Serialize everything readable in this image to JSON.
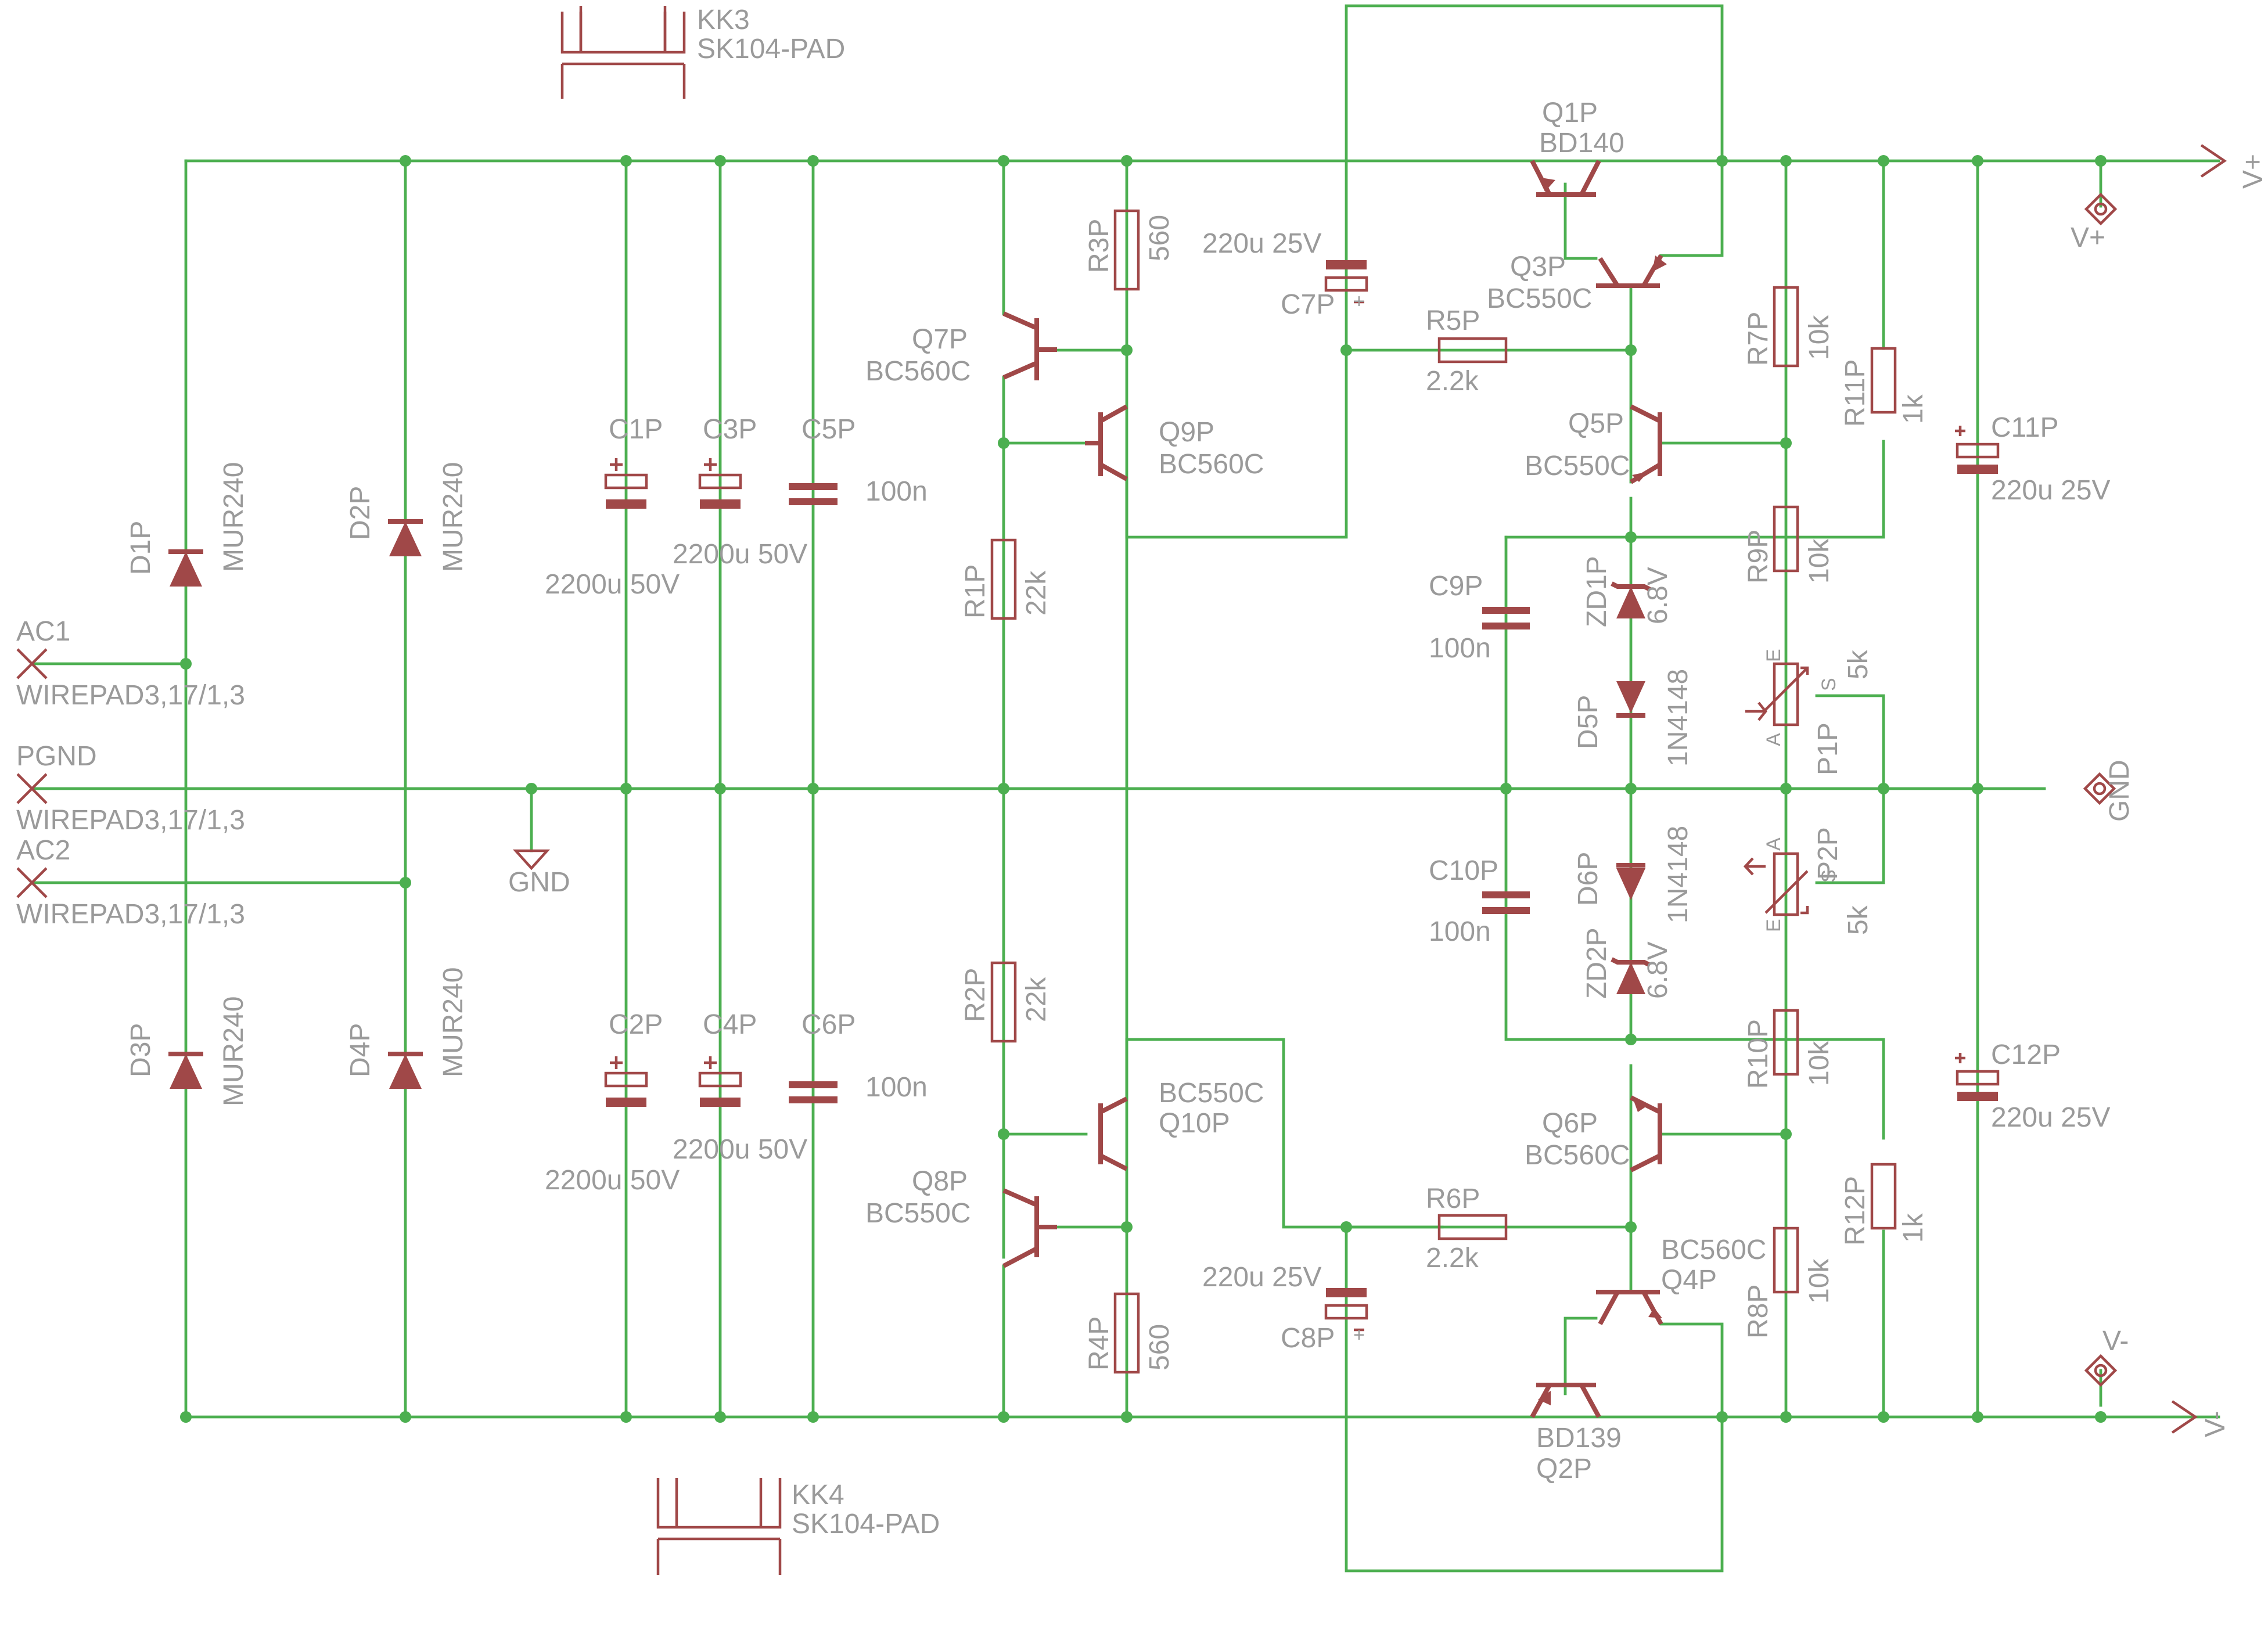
{
  "colors": {
    "wire": "#4caf50",
    "part": "#a04848",
    "text": "#9a9a9a",
    "background": "#ffffff"
  },
  "supply": {
    "d1": {
      "name": "D1P",
      "value": "MUR240"
    },
    "d2": {
      "name": "D2P",
      "value": "MUR240"
    },
    "d3": {
      "name": "D3P",
      "value": "MUR240"
    },
    "d4": {
      "name": "D4P",
      "value": "MUR240"
    },
    "c1": {
      "name": "C1P",
      "value": "2200u 50V"
    },
    "c2": {
      "name": "C2P",
      "value": "2200u 50V"
    },
    "c3": {
      "name": "C3P",
      "value": "2200u 50V"
    },
    "c4": {
      "name": "C4P",
      "value": "2200u 50V"
    },
    "c5": {
      "name": "C5P",
      "value": "100n"
    },
    "c6": {
      "name": "C6P",
      "value": "100n"
    }
  },
  "connectors": {
    "ac1": {
      "name": "AC1",
      "value": "WIREPAD3,17/1,3"
    },
    "pgnd": {
      "name": "PGND",
      "value": "WIREPAD3,17/1,3"
    },
    "ac2": {
      "name": "AC2",
      "value": "WIREPAD3,17/1,3"
    },
    "gnd_symbol": "GND",
    "vplus_pad": "V+",
    "gnd_pad": "GND",
    "vminus_pad": "V-",
    "vplus_net": "V+",
    "vminus_net": "V-"
  },
  "heatsinks": {
    "kk3": {
      "name": "KK3",
      "value": "SK104-PAD"
    },
    "kk4": {
      "name": "KK4",
      "value": "SK104-PAD"
    }
  },
  "regulator": {
    "r1": {
      "name": "R1P",
      "value": "22k"
    },
    "r2": {
      "name": "R2P",
      "value": "22k"
    },
    "r3": {
      "name": "R3P",
      "value": "560"
    },
    "r4": {
      "name": "R4P",
      "value": "560"
    },
    "r5": {
      "name": "R5P",
      "value": "2.2k"
    },
    "r6": {
      "name": "R6P",
      "value": "2.2k"
    },
    "r7": {
      "name": "R7P",
      "value": "10k"
    },
    "r8": {
      "name": "R8P",
      "value": "10k"
    },
    "r9": {
      "name": "R9P",
      "value": "10k"
    },
    "r10": {
      "name": "R10P",
      "value": "10k"
    },
    "r11": {
      "name": "R11P",
      "value": "1k"
    },
    "r12": {
      "name": "R12P",
      "value": "1k"
    },
    "q1": {
      "name": "Q1P",
      "value": "BD140"
    },
    "q2": {
      "name": "Q2P",
      "value": "BD139"
    },
    "q3": {
      "name": "Q3P",
      "value": "BC550C"
    },
    "q4": {
      "name": "Q4P",
      "value": "BC560C"
    },
    "q5": {
      "name": "Q5P",
      "value": "BC550C"
    },
    "q6": {
      "name": "Q6P",
      "value": "BC560C"
    },
    "q7": {
      "name": "Q7P",
      "value": "BC560C"
    },
    "q8": {
      "name": "Q8P",
      "value": "BC550C"
    },
    "q9": {
      "name": "Q9P",
      "value": "BC560C"
    },
    "q10": {
      "name": "Q10P",
      "value": "BC550C"
    },
    "c7": {
      "name": "C7P",
      "value": "220u 25V"
    },
    "c8": {
      "name": "C8P",
      "value": "220u 25V"
    },
    "c9": {
      "name": "C9P",
      "value": "100n"
    },
    "c10": {
      "name": "C10P",
      "value": "100n"
    },
    "c11": {
      "name": "C11P",
      "value": "220u 25V"
    },
    "c12": {
      "name": "C12P",
      "value": "220u 25V"
    },
    "zd1": {
      "name": "ZD1P",
      "value": "6.8V"
    },
    "zd2": {
      "name": "ZD2P",
      "value": "6.8V"
    },
    "d5": {
      "name": "D5P",
      "value": "1N4148"
    },
    "d6": {
      "name": "D6P",
      "value": "1N4148"
    },
    "p1": {
      "name": "P1P",
      "value": "5k",
      "pin_e": "E",
      "pin_a": "A",
      "pin_s": "S"
    },
    "p2": {
      "name": "P2P",
      "value": "5k",
      "pin_e": "E",
      "pin_a": "A",
      "pin_s": "S"
    },
    "plus_mark": "+"
  }
}
